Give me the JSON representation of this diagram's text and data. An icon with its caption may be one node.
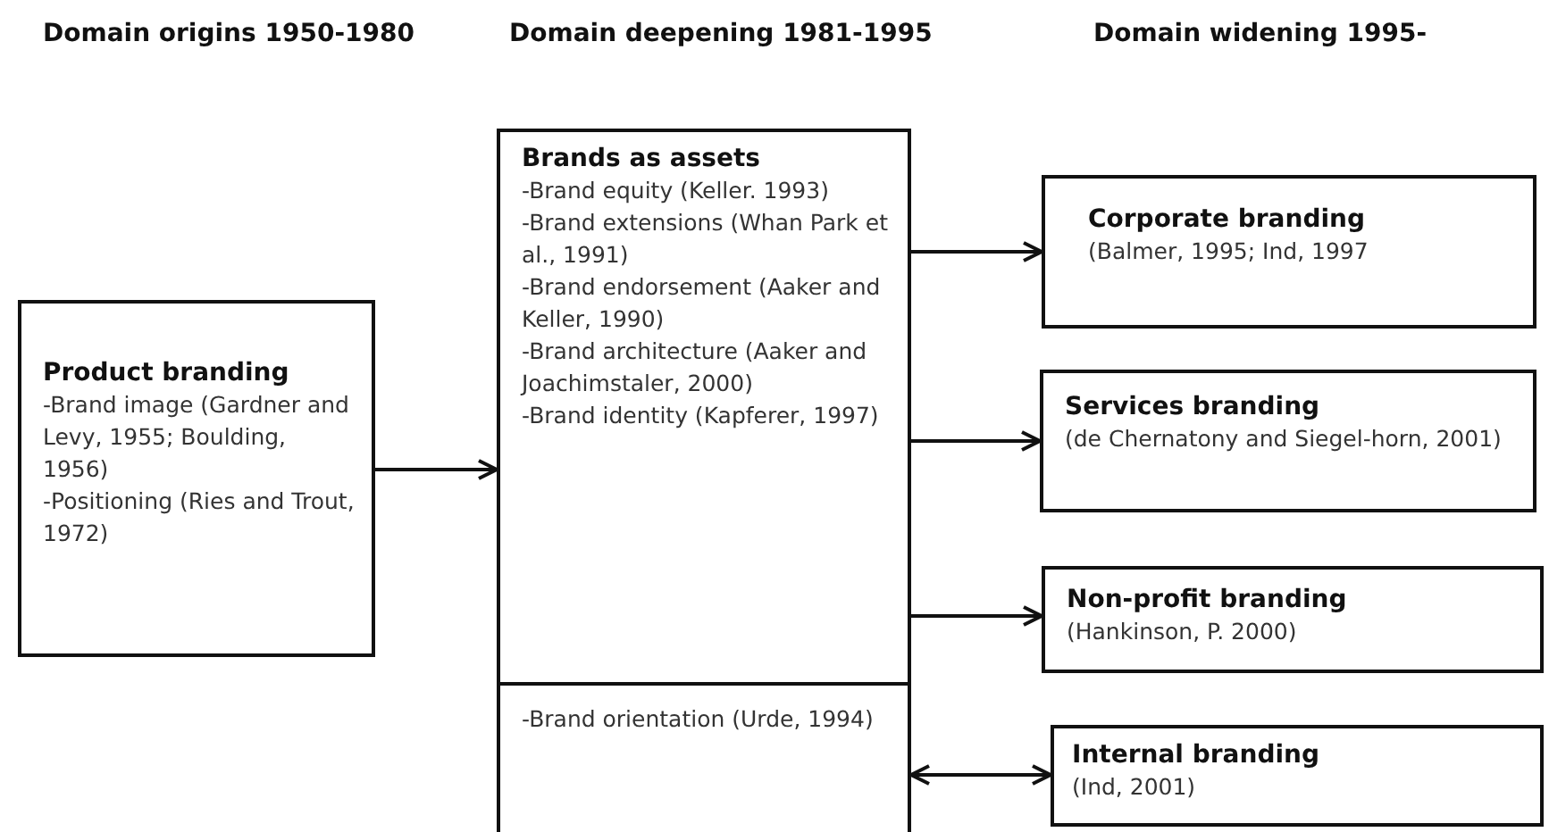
{
  "diagram": {
    "nodes": [
      {
        "text": [
          "Product branding",
          "-Brand image (Gardner and Levy, 1955; Boulding, 1956)",
          "-Positioning (Ries and Trout, 1972)"
        ]
      },
      {
        "text": [
          "Brands as assets",
          "-Brand equity (Keller. 1993)",
          "-Brand extensions (Whan Park et al., 1991)",
          "-Brand endorsement (Aaker and Keller, 1990)",
          "-Brand architecture (Aaker and Joachimstaler, 2000)",
          "-Brand identity (Kapferer, 1997)"
        ]
      },
      {
        "text": [
          "-Brand orientation (Urde, 1994)"
        ]
      },
      {
        "text": [
          "Corporate branding",
          "(Balmer, 1995; Ind, 1997"
        ]
      },
      {
        "text": [
          "Services branding",
          "(de Chernatony and Siegel-horn, 2001)"
        ]
      },
      {
        "text": [
          "Non-profit branding",
          "(Hankinson, P. 2000)"
        ]
      },
      {
        "text": [
          "Internal branding",
          "(Ind, 2001)"
        ]
      }
    ],
    "edges": [
      {
        "from": 0,
        "to": 1,
        "arrow": "to"
      },
      {
        "from": 1,
        "to": 3,
        "arrow": "to"
      },
      {
        "from": 1,
        "to": 4,
        "arrow": "to"
      },
      {
        "from": 1,
        "to": 5,
        "arrow": "to"
      },
      {
        "from": 2,
        "to": 6,
        "arrow": "both"
      }
    ],
    "labels": [
      "Domain origins 1950-1980",
      "Domain deepening 1981-1995",
      "Domain widening 1995-"
    ]
  }
}
